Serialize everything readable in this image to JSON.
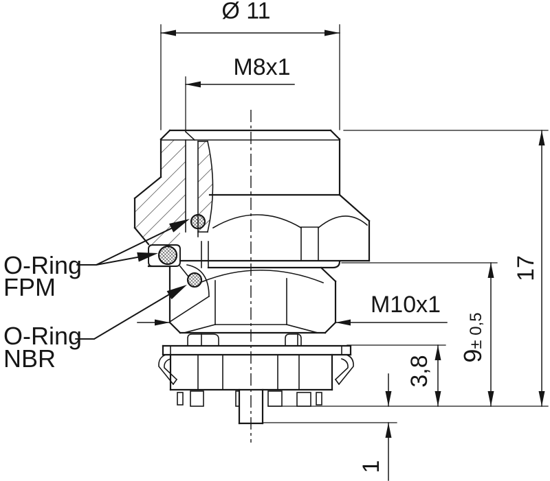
{
  "drawing": {
    "dimensions": {
      "diameter_top": "Ø 11",
      "thread_top": "M8x1",
      "thread_middle": "M10x1",
      "height_total": "17",
      "height_mid": "9",
      "height_mid_tolerance": "± 0,5",
      "height_flange": "3,8",
      "pin_protrusion": "1"
    },
    "labels": {
      "oring_fpm_line1": "O-Ring",
      "oring_fpm_line2": "FPM",
      "oring_nbr_line1": "O-Ring",
      "oring_nbr_line2": "NBR"
    },
    "colors": {
      "line": "#161616",
      "background": "#ffffff"
    }
  }
}
